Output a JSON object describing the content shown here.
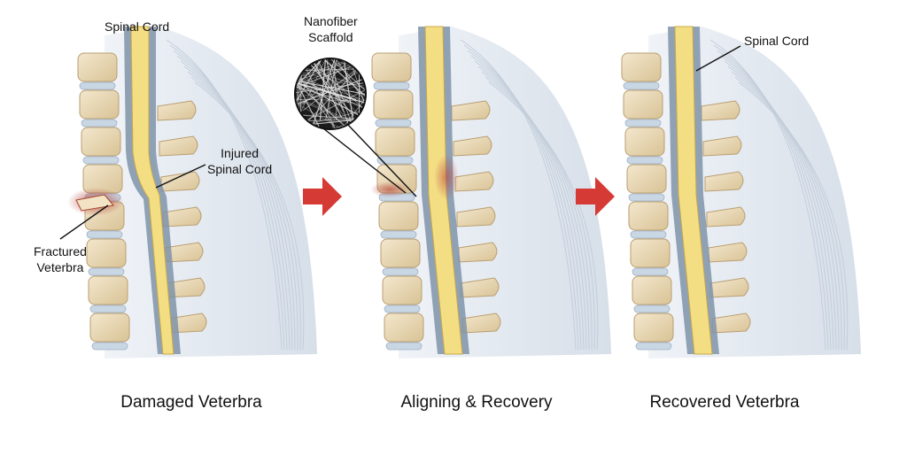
{
  "panels": [
    {
      "caption": "Damaged Veterbra",
      "labels": {
        "top": "Spinal Cord",
        "injured_line1": "Injured",
        "injured_line2": "Spinal Cord",
        "fractured_line1": "Fractured",
        "fractured_line2": "Veterbra"
      }
    },
    {
      "caption": "Aligning & Recovery",
      "labels": {
        "scaffold_line1": "Nanofiber",
        "scaffold_line2": "Scaffold"
      }
    },
    {
      "caption": "Recovered Veterbra",
      "labels": {
        "cord": "Spinal Cord"
      }
    }
  ],
  "colors": {
    "arrow": "#d63a35",
    "bone": "#e9d9b6",
    "bone_edge": "#b99e72",
    "disc": "#c9d6e4",
    "cord": "#f4de84",
    "cord_edge": "#c9a84a",
    "sheath": "#7f93a8",
    "muscle": "#dfe6ee",
    "injury": "#b5443c"
  }
}
